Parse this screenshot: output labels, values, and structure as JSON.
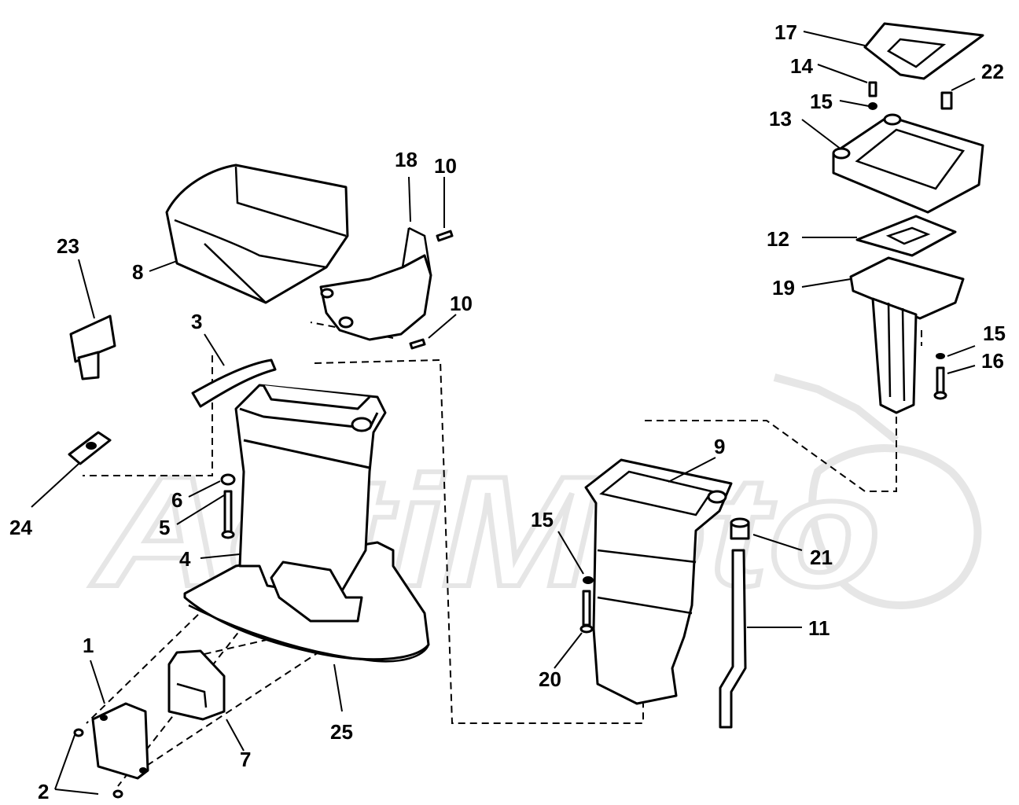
{
  "watermark": {
    "text": "ActiMoto",
    "color": "#e6e6e6"
  },
  "callouts": [
    {
      "id": "c1",
      "label": "1"
    },
    {
      "id": "c2",
      "label": "2"
    },
    {
      "id": "c3",
      "label": "3"
    },
    {
      "id": "c4",
      "label": "4"
    },
    {
      "id": "c5",
      "label": "5"
    },
    {
      "id": "c6",
      "label": "6"
    },
    {
      "id": "c7",
      "label": "7"
    },
    {
      "id": "c8",
      "label": "8"
    },
    {
      "id": "c9",
      "label": "9"
    },
    {
      "id": "c10a",
      "label": "10"
    },
    {
      "id": "c10b",
      "label": "10"
    },
    {
      "id": "c11",
      "label": "11"
    },
    {
      "id": "c12",
      "label": "12"
    },
    {
      "id": "c13",
      "label": "13"
    },
    {
      "id": "c14",
      "label": "14"
    },
    {
      "id": "c15a",
      "label": "15"
    },
    {
      "id": "c15b",
      "label": "15"
    },
    {
      "id": "c15c",
      "label": "15"
    },
    {
      "id": "c16",
      "label": "16"
    },
    {
      "id": "c17",
      "label": "17"
    },
    {
      "id": "c18",
      "label": "18"
    },
    {
      "id": "c19",
      "label": "19"
    },
    {
      "id": "c20",
      "label": "20"
    },
    {
      "id": "c21",
      "label": "21"
    },
    {
      "id": "c22",
      "label": "22"
    },
    {
      "id": "c23",
      "label": "23"
    },
    {
      "id": "c24",
      "label": "24"
    },
    {
      "id": "c25",
      "label": "25"
    }
  ]
}
